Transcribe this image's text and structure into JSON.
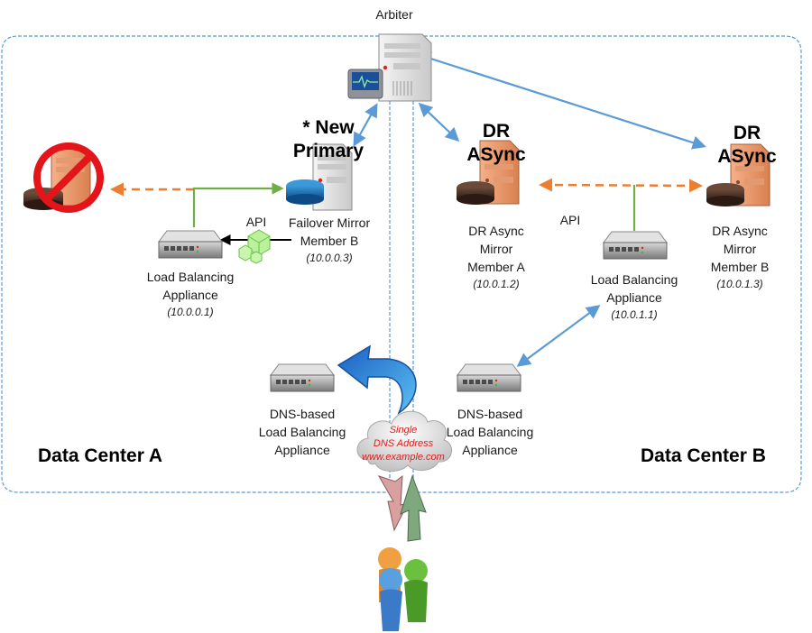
{
  "diagram": {
    "arbiter": {
      "label": "Arbiter"
    },
    "data_centers": [
      {
        "label": "Data Center A"
      },
      {
        "label": "Data Center B"
      }
    ],
    "nodes": {
      "failed_primary": {
        "status": "failed"
      },
      "new_primary": {
        "heading_line1": "* New",
        "heading_line2": "Primary",
        "label_line1": "Failover Mirror",
        "label_line2": "Member B",
        "ip": "(10.0.0.3)"
      },
      "lb_a": {
        "label_line1": "Load Balancing",
        "label_line2": "Appliance",
        "ip": "(10.0.0.1)",
        "api_label": "API"
      },
      "dr_a": {
        "heading_line1": "DR",
        "heading_line2": "ASync",
        "label_line1": "DR Async",
        "label_line2": "Mirror",
        "label_line3": "Member A",
        "ip": "(10.0.1.2)"
      },
      "lb_b": {
        "label_line1": "Load Balancing",
        "label_line2": "Appliance",
        "ip": "(10.0.1.1)",
        "api_label": "API"
      },
      "dr_b": {
        "heading_line1": "DR",
        "heading_line2": "ASync",
        "label_line1": "DR Async",
        "label_line2": "Mirror",
        "label_line3": "Member B",
        "ip": "(10.0.1.3)"
      },
      "dns_lb_a": {
        "label_line1": "DNS-based",
        "label_line2": "Load Balancing",
        "label_line3": "Appliance"
      },
      "dns_lb_b": {
        "label_line1": "DNS-based",
        "label_line2": "Load Balancing",
        "label_line3": "Appliance"
      },
      "dns_cloud": {
        "line1": "Single",
        "line2": "DNS Address",
        "line3": "www.example.com"
      },
      "users": {
        "label": ""
      }
    },
    "colors": {
      "boundary": "#5b9bd5",
      "arbiter_link": "#5b9bd5",
      "async_link": "#ed7d31",
      "lb_link": "#70ad47",
      "api_link": "#000000",
      "failed": "#e3151a",
      "dr_server": "#e8956a",
      "primary_db": "#1f6eb5",
      "cloud_text": "#e01b1b"
    }
  }
}
